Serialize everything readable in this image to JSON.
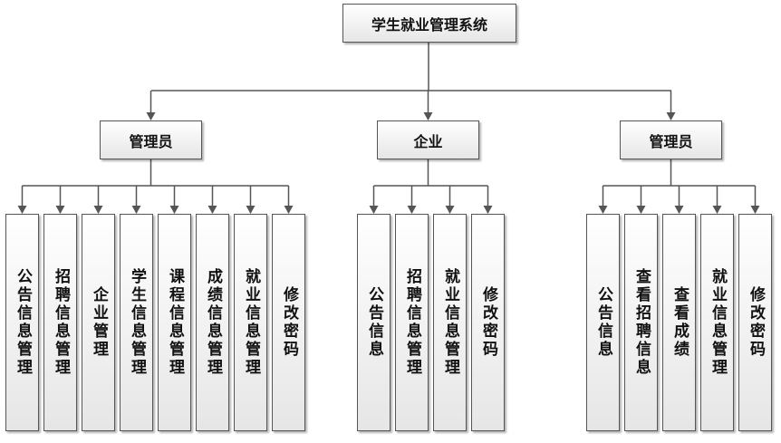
{
  "root": "学生就业管理系统",
  "groups": [
    {
      "title": "管理员",
      "children": [
        "公告信息管理",
        "招聘信息管理",
        "企业管理",
        "学生信息管理",
        "课程信息管理",
        "成绩信息管理",
        "就业信息管理",
        "修改密码"
      ]
    },
    {
      "title": "企业",
      "children": [
        "公告信息",
        "招聘信息管理",
        "就业信息管理",
        "修改密码"
      ]
    },
    {
      "title": "管理员",
      "children": [
        "公告信息",
        "查看招聘信息",
        "查看成绩",
        "就业信息管理",
        "修改密码"
      ]
    }
  ],
  "colors": {
    "line": "#555555",
    "border": "#555555"
  }
}
